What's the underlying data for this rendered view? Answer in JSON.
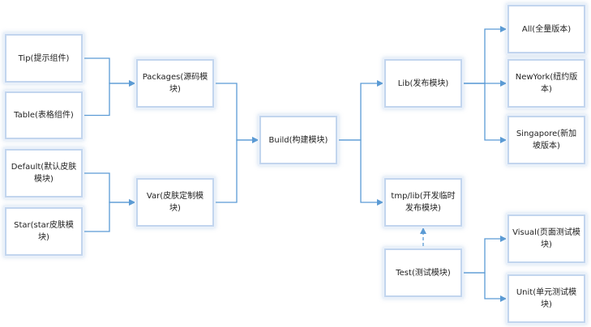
{
  "diagram": {
    "edge_color": "#5b9bd5",
    "node_border": "#c2d5ee",
    "nodes": {
      "tip": "Tip(提示组件)",
      "table": "Table(表格组件)",
      "default": "Default(默认皮肤模块)",
      "star": "Star(star皮肤模块)",
      "packages": "Packages(源码模块)",
      "var": "Var(皮肤定制模块)",
      "build": "Build(构建模块)",
      "lib": "Lib(发布模块)",
      "tmplib": "tmp/lib(开发临时发布模块)",
      "test": "Test(测试模块)",
      "all": "All(全量版本)",
      "newyork": "NewYork(纽约版本)",
      "singapore": "Singapore(新加坡版本)",
      "visual": "Visual(页面测试模块)",
      "unit": "Unit(单元测试模块)"
    },
    "edges": [
      {
        "from": "tip",
        "to": "packages",
        "style": "solid"
      },
      {
        "from": "table",
        "to": "packages",
        "style": "solid"
      },
      {
        "from": "default",
        "to": "var",
        "style": "solid"
      },
      {
        "from": "star",
        "to": "var",
        "style": "solid"
      },
      {
        "from": "packages",
        "to": "build",
        "style": "solid"
      },
      {
        "from": "var",
        "to": "build",
        "style": "solid"
      },
      {
        "from": "build",
        "to": "lib",
        "style": "solid"
      },
      {
        "from": "build",
        "to": "tmplib",
        "style": "solid"
      },
      {
        "from": "lib",
        "to": "all",
        "style": "solid"
      },
      {
        "from": "lib",
        "to": "newyork",
        "style": "solid"
      },
      {
        "from": "lib",
        "to": "singapore",
        "style": "solid"
      },
      {
        "from": "test",
        "to": "tmplib",
        "style": "dashed"
      },
      {
        "from": "test",
        "to": "visual",
        "style": "solid"
      },
      {
        "from": "test",
        "to": "unit",
        "style": "solid"
      }
    ]
  }
}
